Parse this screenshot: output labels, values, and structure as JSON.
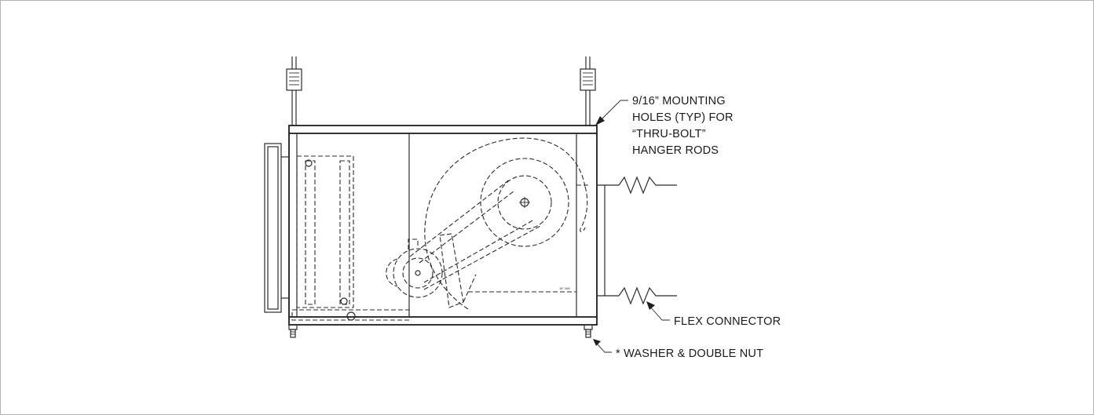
{
  "diagram": {
    "labels": {
      "mounting_holes": [
        "9/16” MOUNTING",
        "HOLES (TYP) FOR",
        "“THRU-BOLT”",
        "HANGER RODS"
      ],
      "flex_connector": "FLEX CONNECTOR",
      "washer_nut": "* WASHER & DOUBLE NUT",
      "small_note": "18\" 068"
    }
  },
  "colors": {
    "line": "#2b2b2b",
    "frame_border": "#b3b3b3",
    "background": "#ffffff"
  }
}
